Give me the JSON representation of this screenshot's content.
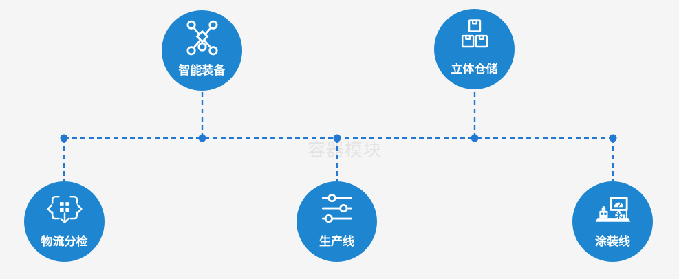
{
  "watermark": "容器模块",
  "colors": {
    "background": "#f5f5f6",
    "node_fill": "#1e86d0",
    "connector": "#2379d2",
    "label_text": "#ffffff",
    "watermark_text": "#e3e3e5"
  },
  "nodes": [
    {
      "id": "smart-equipment",
      "label": "智能装备",
      "icon": "network-nodes-icon"
    },
    {
      "id": "warehouse",
      "label": "立体仓储",
      "icon": "stacked-boxes-icon"
    },
    {
      "id": "logistics-sorting",
      "label": "物流分检",
      "icon": "distribute-arrows-icon"
    },
    {
      "id": "production-line",
      "label": "生产线",
      "icon": "sliders-icon"
    },
    {
      "id": "coating-line",
      "label": "涂装线",
      "icon": "machine-monitor-icon"
    }
  ]
}
